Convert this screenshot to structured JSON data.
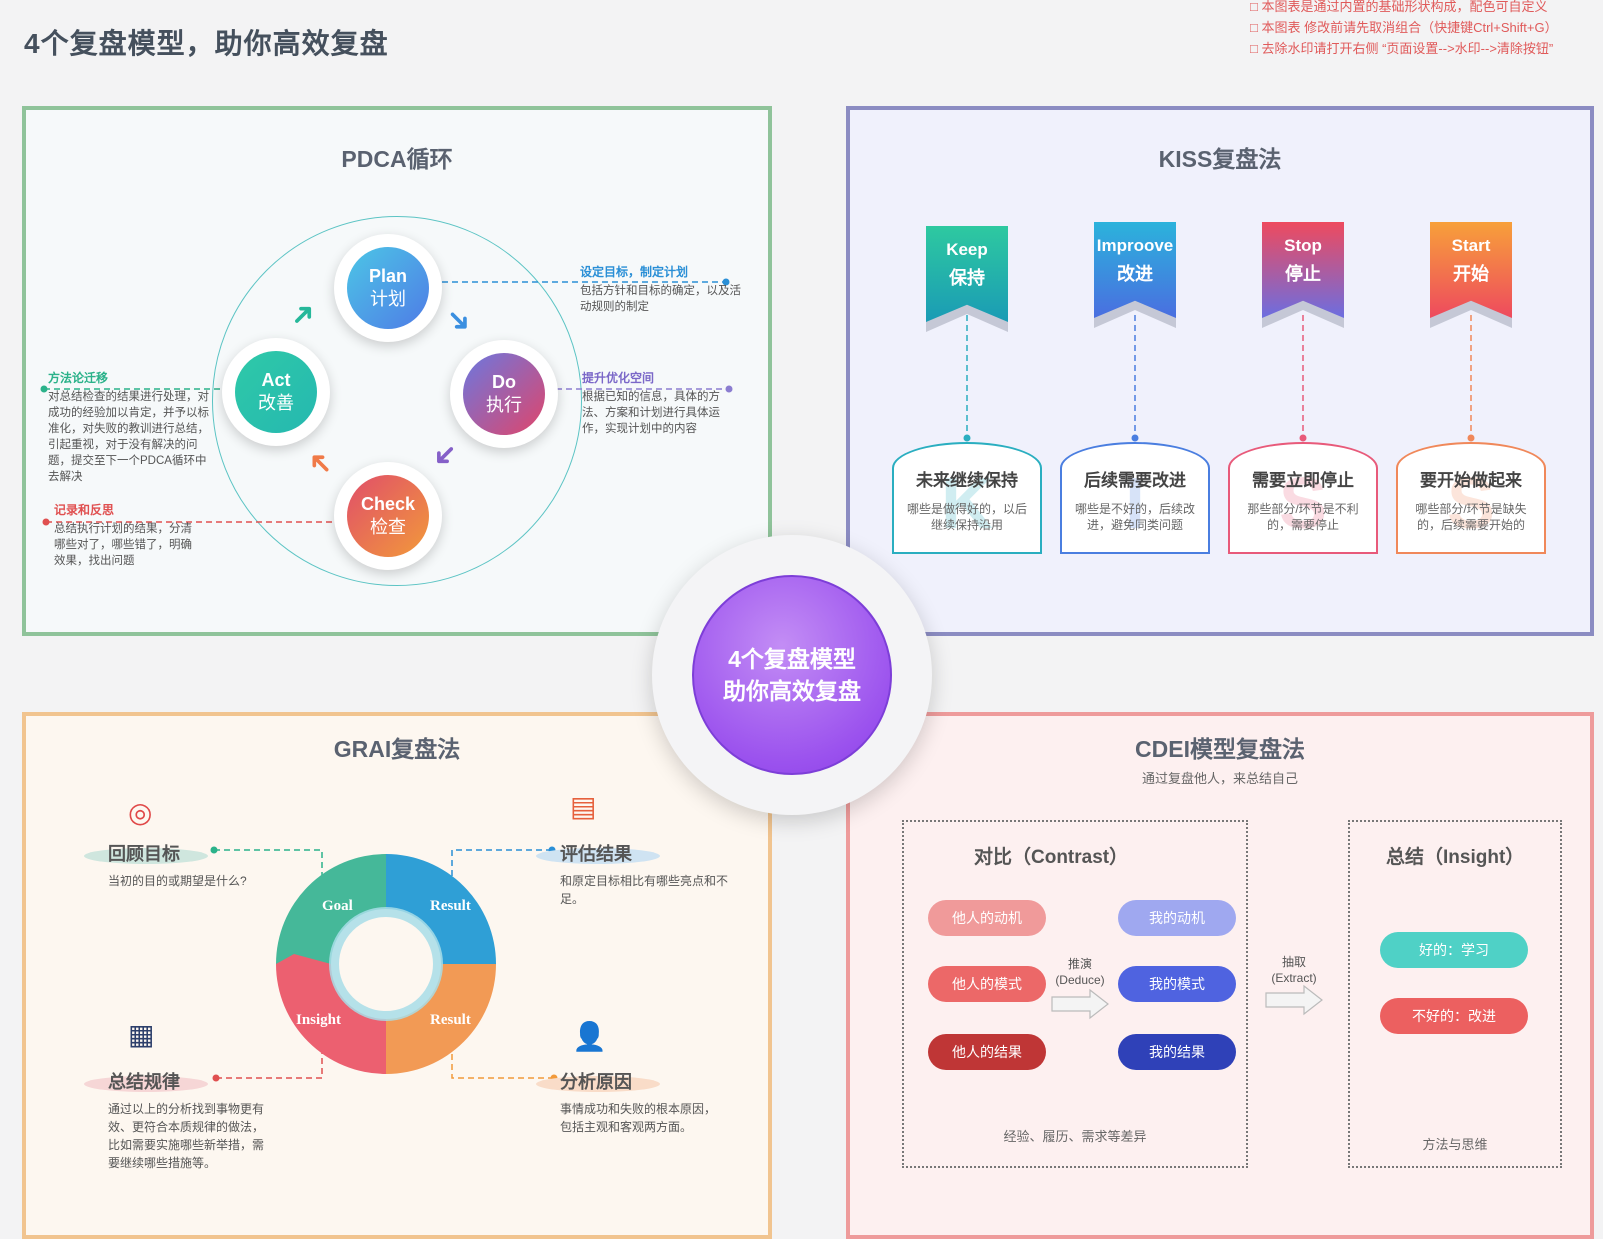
{
  "title": "4个复盘模型，助你高效复盘",
  "notes": [
    "本图表是通过内置的基础形状构成，配色可自定义",
    "本图表 修改前请先取消组合（快捷键Ctrl+Shift+G）",
    "去除水印请打开右侧 “页面设置-->水印-->清除按钮”"
  ],
  "center": {
    "line1": "4个复盘模型",
    "line2": "助你高效复盘"
  },
  "pdca": {
    "title": "PDCA循环",
    "nodes": [
      {
        "en": "Plan",
        "cn": "计划",
        "color_a": "#4cc6e6",
        "color_b": "#4f7be6"
      },
      {
        "en": "Do",
        "cn": "执行",
        "color_a": "#6b78e0",
        "color_b": "#e0456a"
      },
      {
        "en": "Check",
        "cn": "检查",
        "color_a": "#e04e6a",
        "color_b": "#f29a3a"
      },
      {
        "en": "Act",
        "cn": "改善",
        "color_a": "#2fc9a8",
        "color_b": "#25b8b0"
      }
    ],
    "notes": [
      {
        "title": "设定目标，制定计划",
        "desc": "包括方针和目标的确定，以及活动规则的制定",
        "color": "#2a8fd6"
      },
      {
        "title": "提升优化空间",
        "desc": "根据已知的信息，具体的方法、方案和计划进行具体运作，实现计划中的内容",
        "color": "#7b68c8"
      },
      {
        "title": "方法论迁移",
        "desc": "对总结检查的结果进行处理，对成功的经验加以肯定，并予以标准化，对失败的教训进行总结，引起重视，对于没有解决的问题，提交至下一个PDCA循环中去解决",
        "color": "#2bb28a"
      },
      {
        "title": "记录和反思",
        "desc": "总结执行计划的结果，分清哪些对了，哪些错了，明确效果，找出问题",
        "color": "#e05050"
      }
    ]
  },
  "kiss": {
    "title": "KISS复盘法",
    "items": [
      {
        "en": "Keep",
        "cn": "保持",
        "letter": "K",
        "head": "未来继续保持",
        "desc": "哪些是做得好的，以后继续保持沿用",
        "c1": "#2ec9a0",
        "c2": "#1a9bb5"
      },
      {
        "en": "Improove",
        "cn": "改进",
        "letter": "I",
        "head": "后续需要改进",
        "desc": "哪些是不好的，后续改进，避免同类问题",
        "c1": "#2bb3dc",
        "c2": "#4a6ee0"
      },
      {
        "en": "Stop",
        "cn": "停止",
        "letter": "S",
        "head": "需要立即停止",
        "desc": "那些部分/环节是不利的，需要停止",
        "c1": "#ee4a5e",
        "c2": "#6c6ee0"
      },
      {
        "en": "Start",
        "cn": "开始",
        "letter": "S",
        "head": "要开始做起来",
        "desc": "哪些部分/环节是缺失的，后续需要开始的",
        "c1": "#f7a03a",
        "c2": "#ee4a5e"
      }
    ]
  },
  "grai": {
    "title": "GRAI复盘法",
    "ring": [
      "Goal",
      "Result",
      "Insight",
      "Result"
    ],
    "items": [
      {
        "label": "回顾目标",
        "desc": "当初的目的或期望是什么?"
      },
      {
        "label": "评估结果",
        "desc": "和原定目标相比有哪些亮点和不足。"
      },
      {
        "label": "总结规律",
        "desc": "通过以上的分析找到事物更有效、更符合本质规律的做法，比如需要实施哪些新举措，需要继续哪些措施等。"
      },
      {
        "label": "分析原因",
        "desc": "事情成功和失败的根本原因，包括主观和客观两方面。"
      }
    ]
  },
  "cdei": {
    "title": "CDEI模型复盘法",
    "subtitle": "通过复盘他人，来总结自己",
    "contrast": {
      "head": "对比（Contrast）",
      "left": [
        "他人的动机",
        "他人的模式",
        "他人的结果"
      ],
      "right": [
        "我的动机",
        "我的模式",
        "我的结果"
      ],
      "deduce": [
        "推演",
        "(Deduce)"
      ],
      "caption": "经验、履历、需求等差异"
    },
    "extract": [
      "抽取",
      "(Extract)"
    ],
    "insight": {
      "head": "总结（Insight）",
      "items": [
        "好的：学习",
        "不好的：改进"
      ],
      "caption": "方法与思维"
    }
  }
}
